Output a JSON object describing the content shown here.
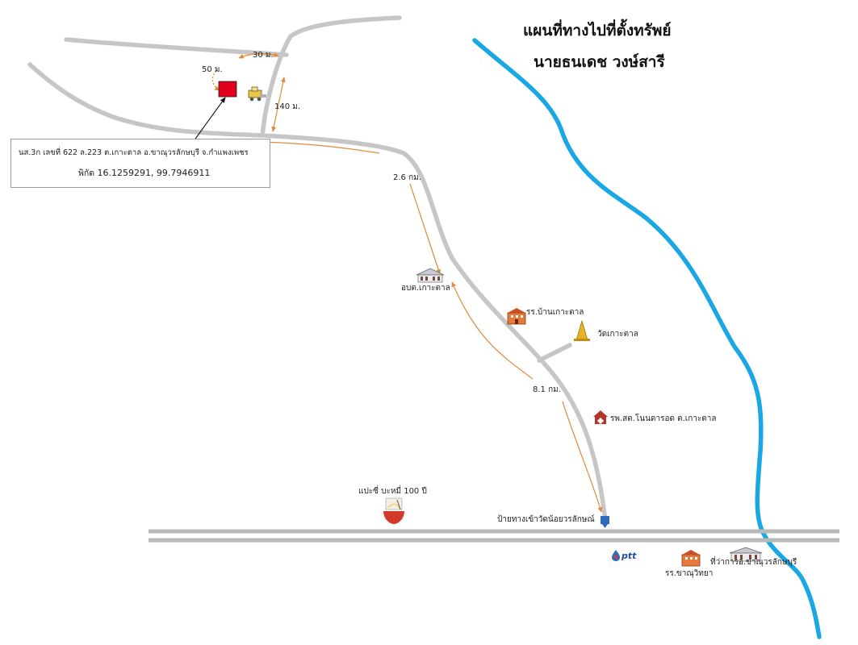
{
  "title": {
    "line1": "แผนที่ทางไปที่ตั้งทรัพย์",
    "line2": "นายธนเดช วงษ์สารี"
  },
  "property": {
    "address": "นส.3ก เลขที่ 622 ล.223 ต.เกาะตาล อ.ขาณุวรลักษบุรี จ.กำแพงเพชร",
    "coord_label": "พิกัด",
    "coords": "16.1259291, 99.7946911"
  },
  "distances": {
    "d30": "30 ม.",
    "d50": "50 ม.",
    "d140": "140 ม.",
    "d26": "2.6 กม.",
    "d81": "8.1 กม."
  },
  "landmarks": {
    "sao": "อบต.เกาะตาล",
    "school_bankotan": "รร.บ้านเกาะตาล",
    "wat": "วัดเกาะตาล",
    "hospital": "รพ.สต.โนนดารอด ต.เกาะตาล",
    "restaurant": "แปะซี่ บะหมี่ 100 ปี",
    "entrance_sign": "ป้ายทางเข้าวัดน้อยวรลักษณ์",
    "ptt": "ptt",
    "school_khanu": "รร.ขาณุวิทยา",
    "district_office": "ที่ว่าการอ.ขาณุวรลักษบุรี"
  },
  "colors": {
    "road": "#c8c8c8",
    "highway": "#b9b9b9",
    "river": "#1aa7e4",
    "arrow": "#e08a3c",
    "property": "#e0001b",
    "title": "#111111"
  }
}
